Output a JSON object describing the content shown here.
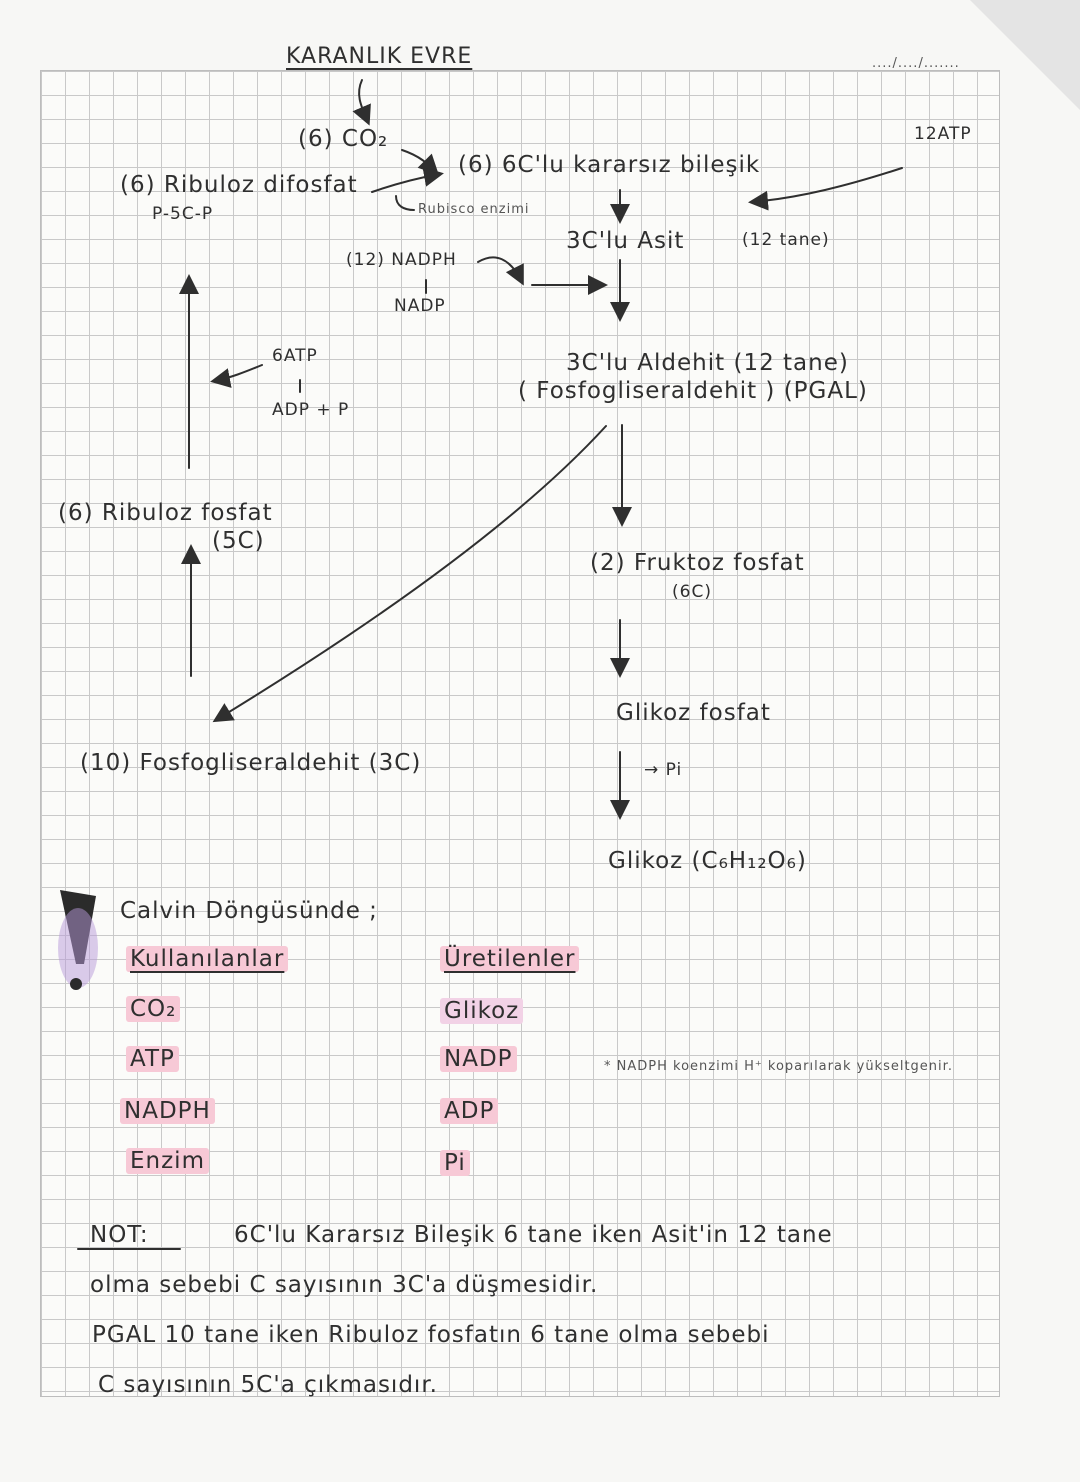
{
  "title": "KARANLIK EVRE",
  "date_field": "..../..../.......",
  "cycle": {
    "co2": "(6) CO₂",
    "unstable": "(6) 6C'lu kararsız bileşik",
    "rubp": "(6) Ribuloz difosfat",
    "rubp_formula": "P-5C-P",
    "rubisco": "Rubisco enzimi",
    "atp12": "12ATP",
    "acid": "3C'lu Asit",
    "acid_count": "(12 tane)",
    "nadph": "(12) NADPH",
    "nadp": "NADP",
    "aldehyde": "3C'lu Aldehit (12 tane)",
    "aldehyde_name": "( Fosfogliseraldehit ) (PGAL)",
    "atp6": "6ATP",
    "adp": "ADP + P",
    "rup": "(6) Ribuloz fosfat",
    "rup_c": "(5C)",
    "fructose": "(2) Fruktoz fosfat",
    "fructose_c": "(6C)",
    "glucose_phosphate": "Glikoz fosfat",
    "pi": "→ Pi",
    "pgal10": "(10) Fosfogliseraldehit (3C)",
    "glucose": "Glikoz (C₆H₁₂O₆)"
  },
  "summary": {
    "heading": "Calvin Döngüsünde ;",
    "used_title": "Kullanılanlar",
    "used": [
      "CO₂",
      "ATP",
      "NADPH",
      "Enzim"
    ],
    "produced_title": "Üretilenler",
    "produced": [
      "Glikoz",
      "NADP",
      "ADP",
      "Pi"
    ],
    "side_note": "* NADPH koenzimi H⁺ koparılarak yükseltgenir."
  },
  "note": {
    "label": "NOT:",
    "line1": "6C'lu Kararsız Bileşik 6 tane iken Asit'in 12 tane",
    "line2": "olma sebebi C sayısının 3C'a düşmesidir.",
    "line3": "PGAL 10 tane iken Ribuloz fosfatın 6 tane olma sebebi",
    "line4": "C sayısının 5C'a çıkmasıdır."
  },
  "colors": {
    "highlight": "#f7c9d6",
    "warn_mark": "#b79ad9",
    "ink": "#2f2f2f"
  }
}
